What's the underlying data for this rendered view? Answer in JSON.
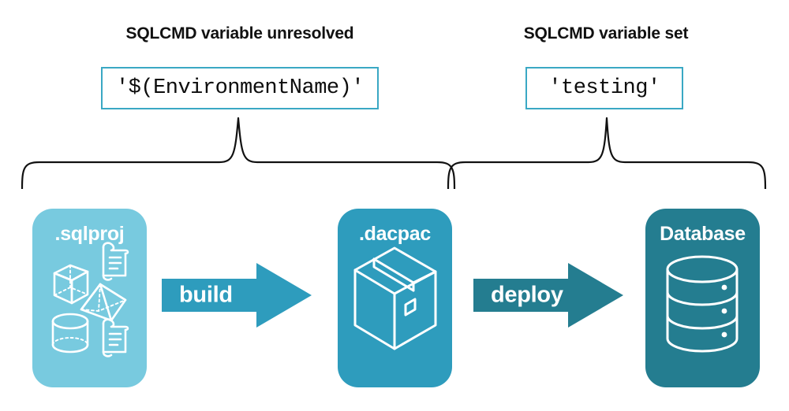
{
  "diagram": {
    "title_left": "SQLCMD variable unresolved",
    "title_right": "SQLCMD variable set",
    "value_left": "'$(EnvironmentName)'",
    "value_right": "'testing'",
    "stages": [
      {
        "key": "sqlproj",
        "label": ".sqlproj",
        "color": "#78cadf",
        "icons": [
          "cube-wireframe-icon",
          "pyramid-wireframe-icon",
          "cylinder-wireframe-icon",
          "script-scroll-icon",
          "script-scroll-icon"
        ]
      },
      {
        "key": "dacpac",
        "label": ".dacpac",
        "color": "#2e9cbd",
        "icons": [
          "package-box-icon"
        ]
      },
      {
        "key": "database",
        "label": "Database",
        "color": "#247d90",
        "icons": [
          "database-cylinder-icon"
        ]
      }
    ],
    "arrows": [
      {
        "key": "build",
        "label": "build",
        "color": "#2e9cbd"
      },
      {
        "key": "deploy",
        "label": "deploy",
        "color": "#247d90"
      }
    ],
    "braces": [
      {
        "key": "left",
        "covers": [
          "sqlproj",
          "build",
          "dacpac"
        ]
      },
      {
        "key": "right",
        "covers": [
          "dacpac",
          "deploy",
          "database"
        ]
      }
    ],
    "colors": {
      "accent_border": "#3aa8c4",
      "light_teal": "#78cadf",
      "mid_teal": "#2e9cbd",
      "dark_teal": "#247d90",
      "text": "#111111",
      "background": "#ffffff"
    }
  }
}
